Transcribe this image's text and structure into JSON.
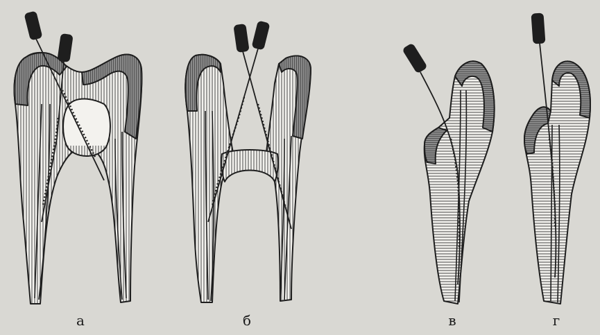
{
  "figure": {
    "labels": [
      "а",
      "б",
      "в",
      "г"
    ]
  },
  "colors": {
    "background": "#d9d8d3",
    "ink": "#1e1e1e",
    "enamel": "#7b7b7b",
    "tissue_fill": "#f3f2ee"
  }
}
